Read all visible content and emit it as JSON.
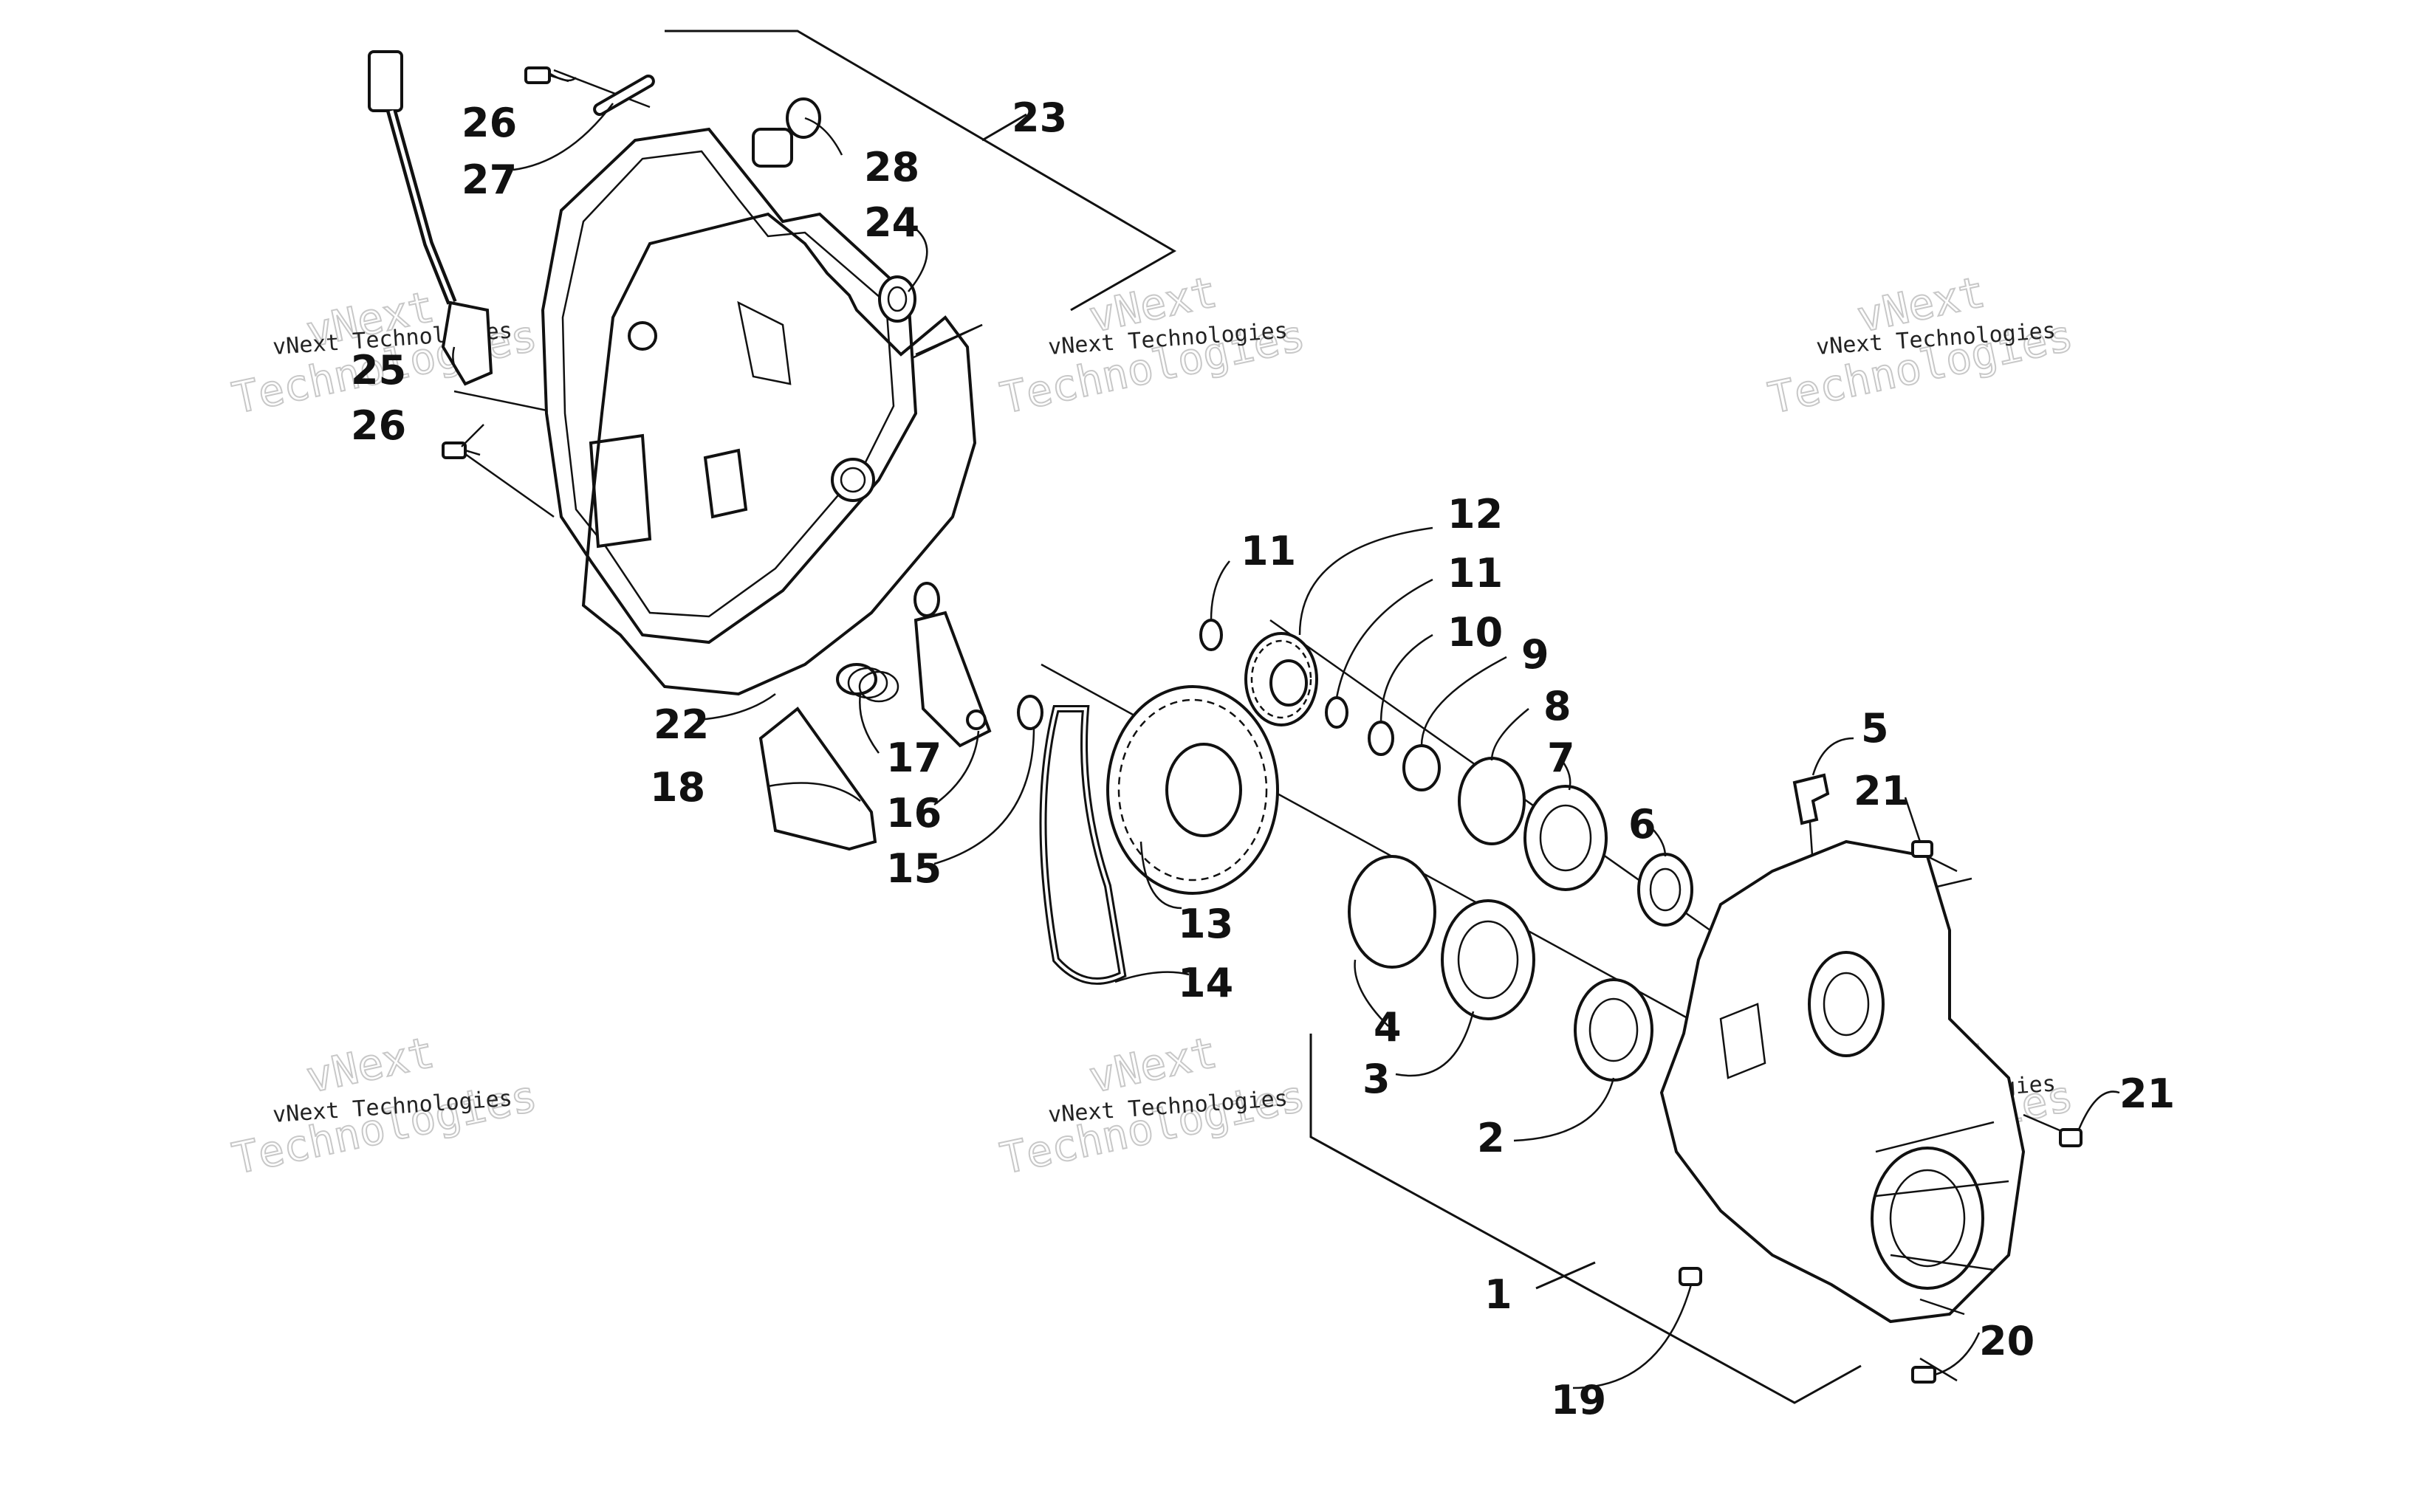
{
  "watermark": {
    "small": "vNext Technologies",
    "big_line1": "vNext",
    "big_line2": "Technologies"
  },
  "callouts": [
    "1",
    "2",
    "3",
    "4",
    "5",
    "6",
    "7",
    "8",
    "9",
    "10",
    "11",
    "11",
    "12",
    "13",
    "14",
    "15",
    "16",
    "17",
    "18",
    "19",
    "20",
    "21",
    "21",
    "22",
    "23",
    "24",
    "25",
    "26",
    "26",
    "27",
    "28"
  ],
  "parts": [
    {
      "key": "cover",
      "label": "23"
    },
    {
      "key": "gasket",
      "label": "22"
    },
    {
      "key": "case",
      "label": "1"
    },
    {
      "key": "chain",
      "label": "14"
    },
    {
      "key": "large-gear",
      "label": "13"
    },
    {
      "key": "small-gear",
      "label": "12"
    },
    {
      "key": "tensioner",
      "label": "16"
    },
    {
      "key": "sensor",
      "label": "25"
    }
  ]
}
